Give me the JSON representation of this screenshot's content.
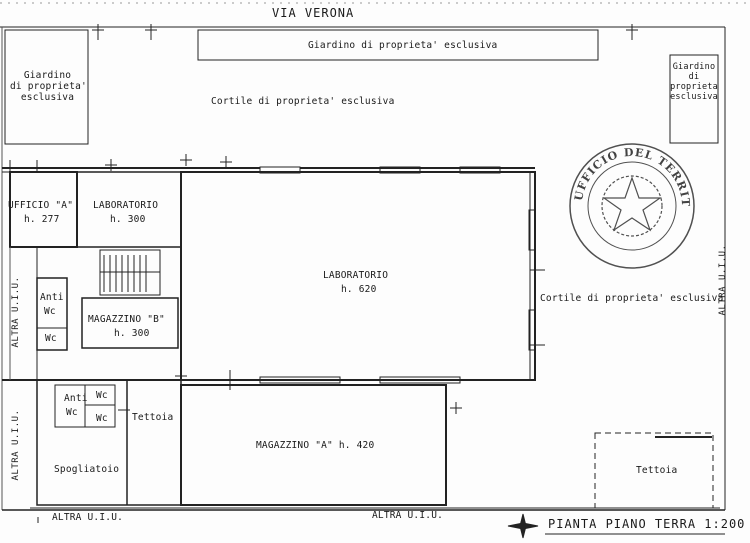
{
  "street": "VIA VERONA",
  "plan_title": "PIANTA PIANO TERRA 1:200",
  "gardens": {
    "center": "Giardino di proprieta' esclusiva",
    "left_l1": "Giardino",
    "left_l2": "di proprieta'",
    "left_l3": "esclusiva",
    "right_l1": "Giardino",
    "right_l2": "di",
    "right_l3": "proprieta",
    "right_l4": "esclusiva"
  },
  "courtyards": {
    "top": "Cortile di proprieta' esclusiva",
    "right": "Cortile di proprieta' esclusiva"
  },
  "rooms": {
    "ufficio_name": "UFFICIO \"A\"",
    "ufficio_h": "h. 277",
    "lab_small_name": "LABORATORIO",
    "lab_small_h": "h. 300",
    "lab_big_name": "LABORATORIO",
    "lab_big_h": "h. 620",
    "magazzino_b_name": "MAGAZZINO \"B\"",
    "magazzino_b_h": "h. 300",
    "anti_1": "Anti",
    "wc_1": "Wc",
    "wc_2": "Wc",
    "anti_2": "Anti",
    "wc_3": "Wc",
    "wc_4": "Wc",
    "wc_5": "Wc",
    "tettoia_1": "Tettoia",
    "spogliatoio": "Spogliatoio",
    "magazzino_a": "MAGAZZINO \"A\" h. 420",
    "tettoia_2": "Tettoia"
  },
  "neighbors": {
    "altra_left_1": "ALTRA U.I.U.",
    "altra_left_2": "ALTRA U.I.U.",
    "altra_right": "ALTRA U.I.U.",
    "altra_bottom_1": "ALTRA U.I.U.",
    "altra_bottom_2": "ALTRA U.I.U."
  },
  "stamp": {
    "text": "UFFICIO DEL TERRITORIO"
  }
}
